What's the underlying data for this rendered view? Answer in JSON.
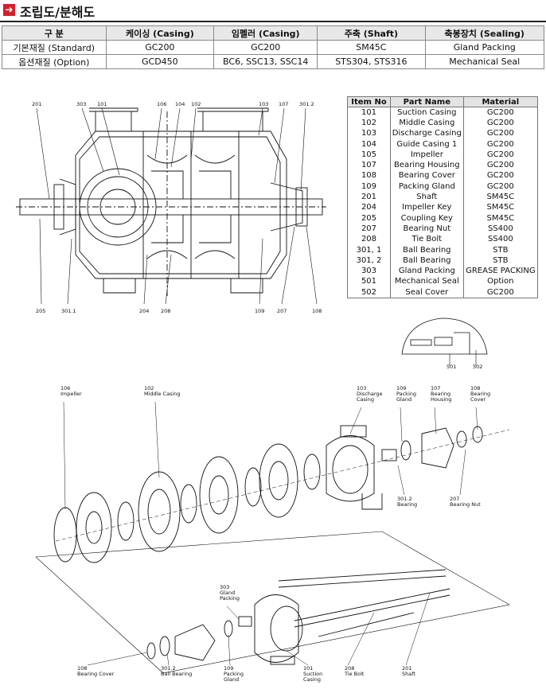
{
  "section_title": "조립도/분해도",
  "material_table": {
    "headers": [
      "구 분",
      "케이싱 (Casing)",
      "임펠러 (Casing)",
      "주축 (Shaft)",
      "축봉장치 (Sealing)"
    ],
    "rows": [
      [
        "기본재질 (Standard)",
        "GC200",
        "GC200",
        "SM45C",
        "Gland Packing"
      ],
      [
        "옵션재질 (Option)",
        "GCD450",
        "BC6, SSC13, SSC14",
        "STS304, STS316",
        "Mechanical Seal"
      ]
    ]
  },
  "parts_table": {
    "headers": [
      "Item No",
      "Part Name",
      "Material"
    ],
    "rows": [
      [
        "101",
        "Suction Casing",
        "GC200"
      ],
      [
        "102",
        "Middle Casing",
        "GC200"
      ],
      [
        "103",
        "Discharge Casing",
        "GC200"
      ],
      [
        "104",
        "Guide Casing 1",
        "GC200"
      ],
      [
        "105",
        "Impeller",
        "GC200"
      ],
      [
        "107",
        "Bearing Housing",
        "GC200"
      ],
      [
        "108",
        "Bearing Cover",
        "GC200"
      ],
      [
        "109",
        "Packing Gland",
        "GC200"
      ],
      [
        "201",
        "Shaft",
        "SM45C"
      ],
      [
        "204",
        "Impeller Key",
        "SM45C"
      ],
      [
        "205",
        "Coupling Key",
        "SM45C"
      ],
      [
        "207",
        "Bearing Nut",
        "SS400"
      ],
      [
        "208",
        "Tie Bolt",
        "SS400"
      ],
      [
        "301, 1",
        "Ball Bearing",
        "STB"
      ],
      [
        "301, 2",
        "Ball Bearing",
        "STB"
      ],
      [
        "303",
        "Gland Packing",
        "GREASE PACKING"
      ],
      [
        "501",
        "Mechanical Seal",
        "Option"
      ],
      [
        "502",
        "Seal Cover",
        "GC200"
      ]
    ]
  },
  "section_labels": {
    "top": [
      "201",
      "303",
      "101",
      "106",
      "104",
      "102",
      "103",
      "107",
      "301.2"
    ],
    "bottom": [
      "205",
      "301.1",
      "204",
      "208",
      "109",
      "207",
      "108"
    ]
  },
  "seal_labels": [
    "501",
    "502"
  ],
  "exploded_labels": {
    "impeller": [
      "106",
      "Impeller"
    ],
    "middle": [
      "102",
      "Middle Casing"
    ],
    "discharge": [
      "103",
      "Discharge",
      "Casing"
    ],
    "gland_r": [
      "109",
      "Packing",
      "Gland"
    ],
    "housing": [
      "107",
      "Bearing",
      "Housing"
    ],
    "cover_r": [
      "108",
      "Bearing",
      "Cover"
    ],
    "bearing_r": [
      "301.2",
      "Bearing"
    ],
    "nut": [
      "207",
      "Bearing Nut"
    ],
    "packing": [
      "303",
      "Gland",
      "Packing"
    ],
    "cover_l": [
      "108",
      "Bearing Cover"
    ],
    "bearing_l": [
      "301.2",
      "Ball Bearing"
    ],
    "gland_l": [
      "109",
      "Packing",
      "Gland"
    ],
    "suction": [
      "101",
      "Suction",
      "Casing"
    ],
    "tiebolt": [
      "208",
      "Tie Bolt"
    ],
    "shaft": [
      "201",
      "Shaft"
    ]
  }
}
